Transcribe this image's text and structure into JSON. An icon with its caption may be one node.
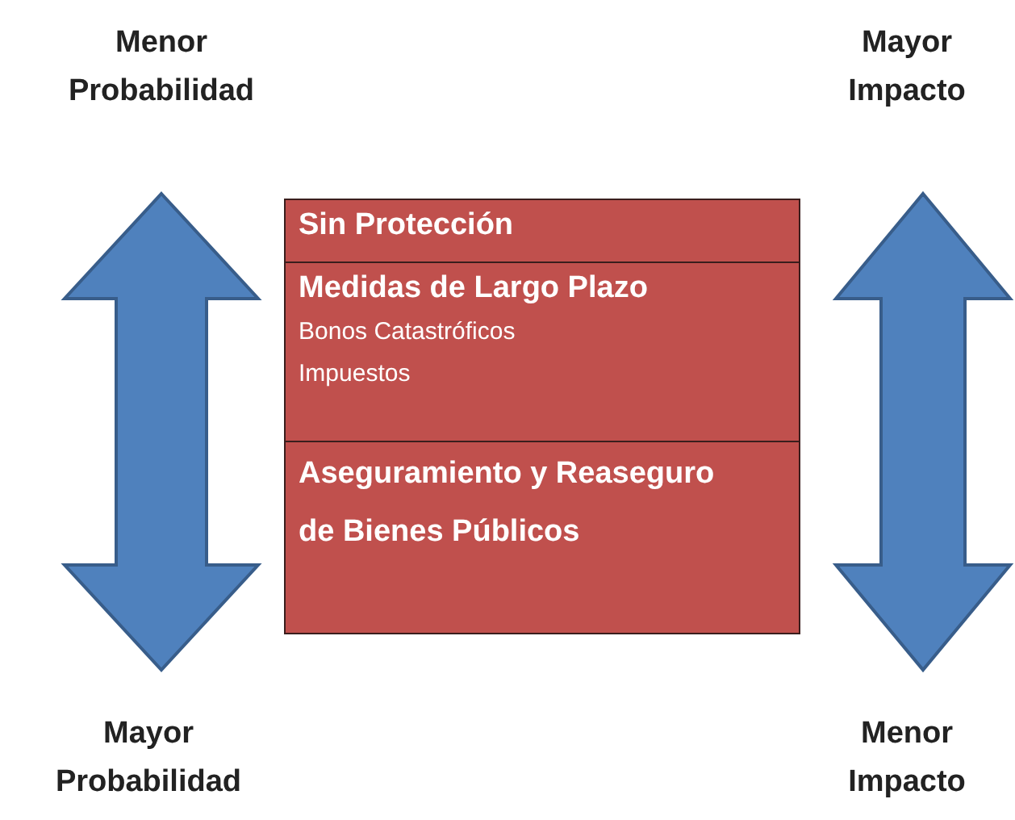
{
  "diagram": {
    "nodes": [
      {
        "text": [
          "Sin Protección"
        ]
      },
      {
        "text": [
          "Medidas de Largo Plazo",
          "Bonos Catastróficos",
          "Impuestos"
        ]
      },
      {
        "text": [
          "Aseguramiento y Reaseguro de Bienes Públicos"
        ]
      }
    ],
    "labels": [
      "Menor Probabilidad",
      "Mayor Impacto",
      "Mayor Probabilidad",
      "Menor Impacto"
    ]
  }
}
